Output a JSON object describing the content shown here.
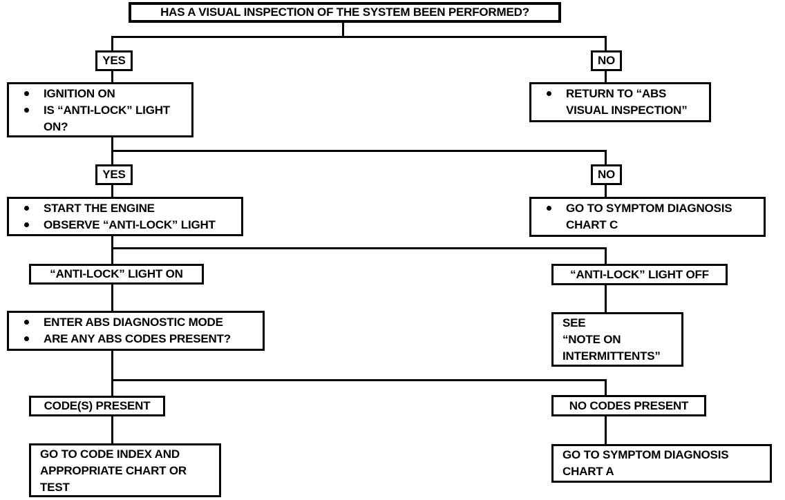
{
  "flowchart": {
    "root_question": "HAS A VISUAL INSPECTION OF THE SYSTEM BEEN PERFORMED?",
    "level1": {
      "yes_label": "YES",
      "no_label": "NO",
      "yes_action": {
        "bullet1": "IGNITION ON",
        "bullet2": "IS “ANTI-LOCK” LIGHT ON?"
      },
      "no_action": {
        "bullet1": "RETURN TO “ABS VISUAL INSPECTION”"
      }
    },
    "level2": {
      "yes_label": "YES",
      "no_label": "NO",
      "yes_action": {
        "bullet1": "START THE ENGINE",
        "bullet2": "OBSERVE “ANTI-LOCK” LIGHT"
      },
      "no_action": {
        "bullet1": "GO TO SYMPTOM DIAGNOSIS CHART C"
      }
    },
    "level3": {
      "on_label": "“ANTI-LOCK” LIGHT ON",
      "off_label": "“ANTI-LOCK” LIGHT OFF",
      "on_action": {
        "bullet1": "ENTER ABS DIAGNOSTIC MODE",
        "bullet2": "ARE ANY ABS CODES PRESENT?"
      },
      "off_action": {
        "line1": "SEE",
        "line2": "“NOTE ON",
        "line3": "INTERMITTENTS”"
      }
    },
    "level4": {
      "codes_label": "CODE(S) PRESENT",
      "no_codes_label": "NO CODES PRESENT",
      "codes_action": {
        "line1": "GO TO CODE INDEX AND",
        "line2": "APPROPRIATE CHART OR",
        "line3": "TEST"
      },
      "no_codes_action": {
        "line1": "GO TO SYMPTOM DIAGNOSIS",
        "line2": "CHART A"
      }
    }
  }
}
